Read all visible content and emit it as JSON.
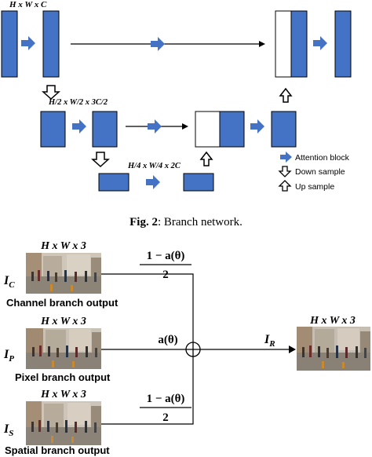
{
  "colors": {
    "block_fill": "#4472c4",
    "block_stroke": "#000000",
    "arrow_fill": "#4472c4",
    "line": "#000000",
    "scene_sky": "#c9bfb2",
    "scene_ground": "#8b8378"
  },
  "icons": {
    "attention": "blue-right-arrow-icon",
    "down": "white-down-arrow-icon",
    "up": "white-up-arrow-icon",
    "sum": "circle-plus-icon"
  },
  "branch_net": {
    "dim_top": "H x W x C",
    "dim_mid": "H/2 x W/2 x 3C/2",
    "dim_bottom": "H/4 x W/4 x 2C",
    "legend": {
      "attention": "Attention block",
      "down": "Down sample",
      "up": "Up sample"
    },
    "caption_label": "Fig. 2",
    "caption_text": ": Branch network."
  },
  "fusion": {
    "dim_label": "H x W x 3",
    "weight_top_num": "1 − a(θ)",
    "weight_top_den": "2",
    "weight_mid": "a(θ)",
    "weight_bottom_num": "1 − a(θ)",
    "weight_bottom_den": "2",
    "inputs": {
      "c": {
        "symbol": "I",
        "sub": "C",
        "caption": "Channel branch output"
      },
      "p": {
        "symbol": "I",
        "sub": "P",
        "caption": "Pixel branch output"
      },
      "s": {
        "symbol": "I",
        "sub": "S",
        "caption": "Spatial branch output"
      }
    },
    "output": {
      "symbol": "I",
      "sub": "R"
    }
  }
}
